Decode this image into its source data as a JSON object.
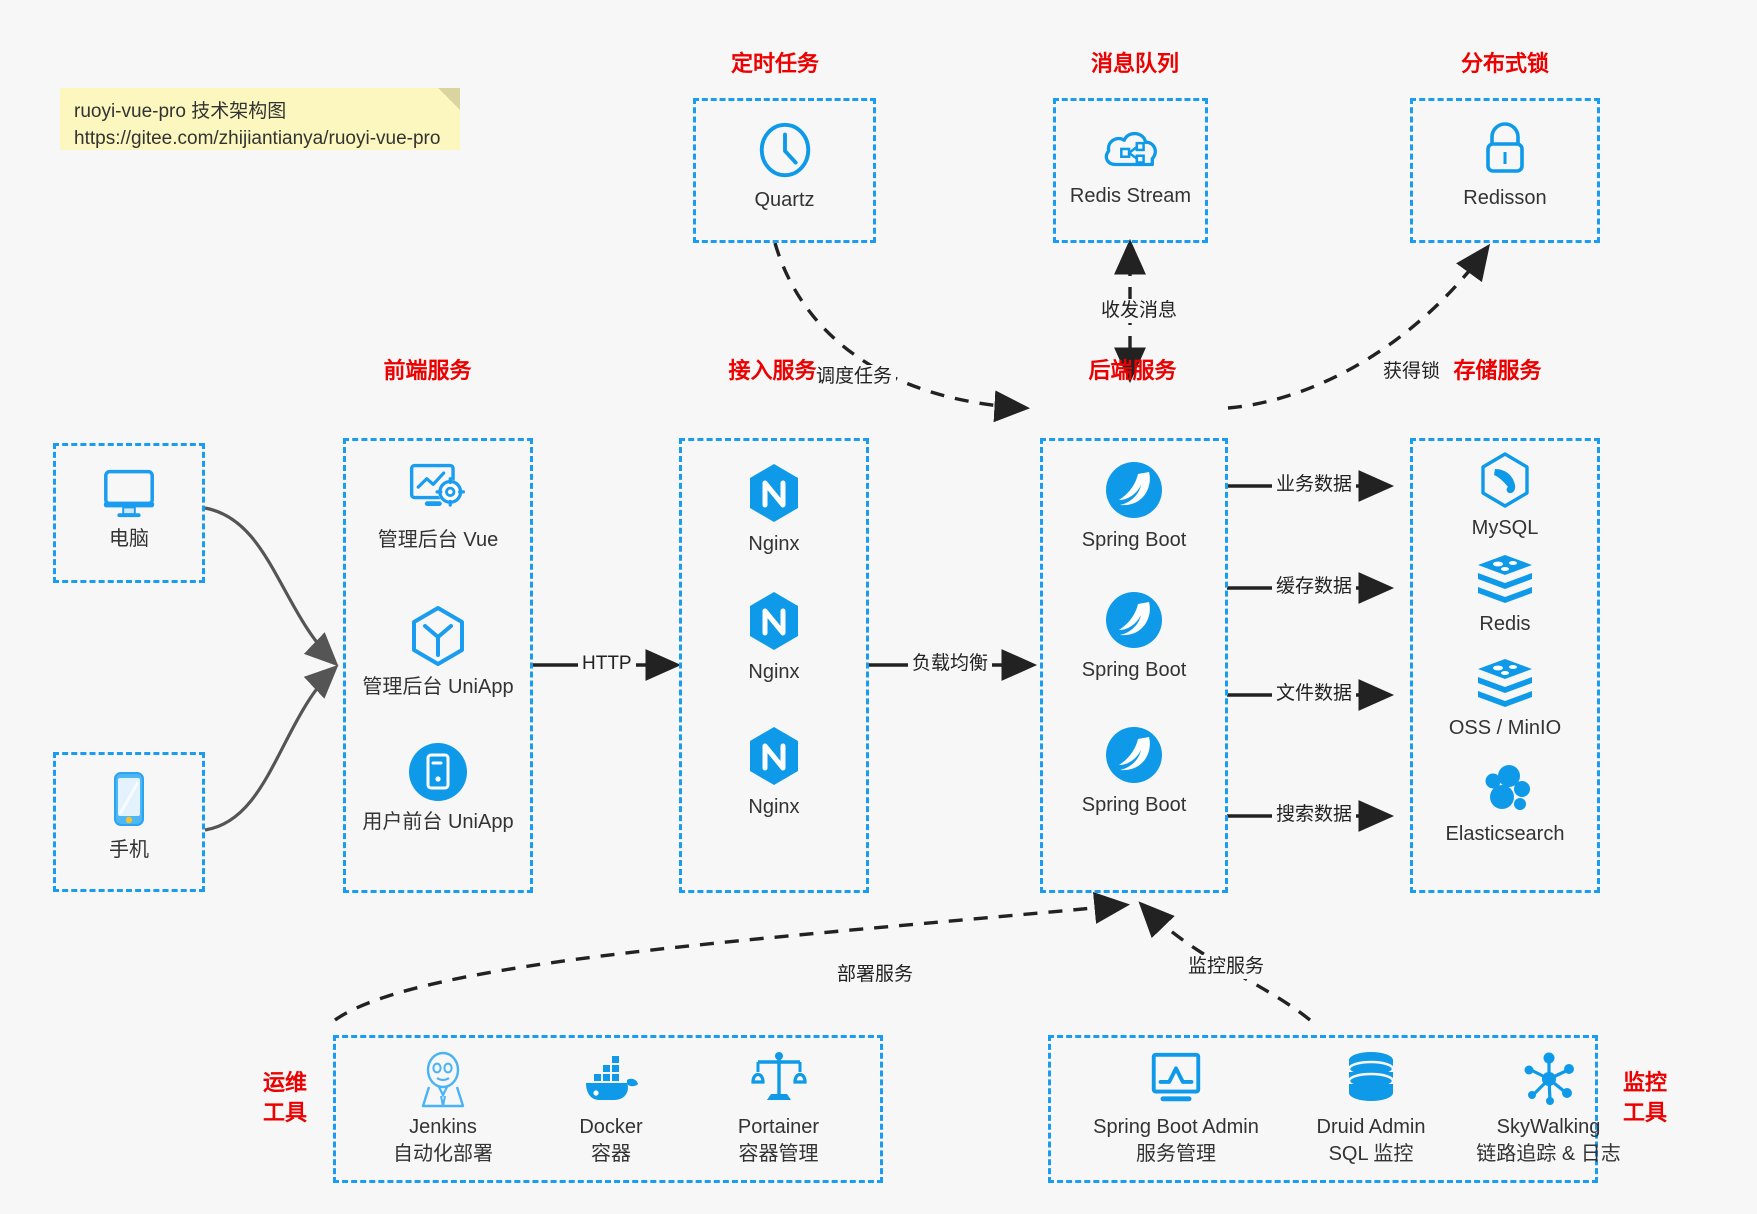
{
  "note": {
    "line1": "ruoyi-vue-pro 技术架构图",
    "line2": "https://gitee.com/zhijiantianya/ruoyi-vue-pro"
  },
  "colors": {
    "accent_blue": "#1a9cf0",
    "icon_blue": "#0e9ae8",
    "title_red": "#ec0000",
    "text_dark": "#333333",
    "edge_dark": "#222222",
    "background": "#f7f7f7",
    "note_yellow": "#fbf7bf"
  },
  "groups": {
    "scheduled_task": "定时任务",
    "message_queue": "消息队列",
    "distributed_lock": "分布式锁",
    "frontend_service": "前端服务",
    "gateway_service": "接入服务",
    "backend_service": "后端服务",
    "storage_service": "存储服务",
    "devops_tools": "运维\n工具",
    "devops_tools_l1": "运维",
    "devops_tools_l2": "工具",
    "monitor_tools_l1": "监控",
    "monitor_tools_l2": "工具"
  },
  "nodes": {
    "quartz": {
      "label": "Quartz",
      "icon": "clock-icon"
    },
    "redis_stream": {
      "label": "Redis Stream",
      "icon": "cloud-network-icon"
    },
    "redisson": {
      "label": "Redisson",
      "icon": "lock-icon"
    },
    "computer": {
      "label": "电脑",
      "icon": "monitor-icon"
    },
    "phone": {
      "label": "手机",
      "icon": "smartphone-icon"
    },
    "admin_vue": {
      "label": "管理后台 Vue",
      "icon": "dashboard-gear-icon"
    },
    "admin_uniapp": {
      "label": "管理后台 UniApp",
      "icon": "uniapp-cube-icon"
    },
    "user_uniapp": {
      "label": "用户前台 UniApp",
      "icon": "mobile-app-icon"
    },
    "nginx1": {
      "label": "Nginx",
      "icon": "nginx-icon"
    },
    "nginx2": {
      "label": "Nginx",
      "icon": "nginx-icon"
    },
    "nginx3": {
      "label": "Nginx",
      "icon": "nginx-icon"
    },
    "springboot1": {
      "label": "Spring Boot",
      "icon": "spring-leaf-icon"
    },
    "springboot2": {
      "label": "Spring Boot",
      "icon": "spring-leaf-icon"
    },
    "springboot3": {
      "label": "Spring Boot",
      "icon": "spring-leaf-icon"
    },
    "mysql": {
      "label": "MySQL",
      "icon": "mysql-dolphin-icon"
    },
    "redis": {
      "label": "Redis",
      "icon": "redis-stack-icon"
    },
    "oss_minio": {
      "label": "OSS / MinIO",
      "icon": "redis-stack-icon"
    },
    "elasticsearch": {
      "label": "Elasticsearch",
      "icon": "elasticsearch-icon"
    },
    "jenkins": {
      "label": "Jenkins",
      "sublabel": "自动化部署",
      "icon": "jenkins-butler-icon"
    },
    "docker": {
      "label": "Docker",
      "sublabel": "容器",
      "icon": "docker-whale-icon"
    },
    "portainer": {
      "label": "Portainer",
      "sublabel": "容器管理",
      "icon": "portainer-scale-icon"
    },
    "spring_boot_admin": {
      "label": "Spring Boot Admin",
      "sublabel": "服务管理",
      "icon": "monitor-chart-icon"
    },
    "druid_admin": {
      "label": "Druid Admin",
      "sublabel": "SQL 监控",
      "icon": "database-icon"
    },
    "skywalking": {
      "label": "SkyWalking",
      "sublabel": "链路追踪 & 日志",
      "icon": "skywalking-node-icon"
    }
  },
  "edges": {
    "schedule_task": "调度任务",
    "send_receive_message": "收发消息",
    "acquire_lock": "获得锁",
    "http": "HTTP",
    "load_balance": "负载均衡",
    "business_data": "业务数据",
    "cache_data": "缓存数据",
    "file_data": "文件数据",
    "search_data": "搜索数据",
    "deploy_service": "部署服务",
    "monitor_service": "监控服务"
  }
}
